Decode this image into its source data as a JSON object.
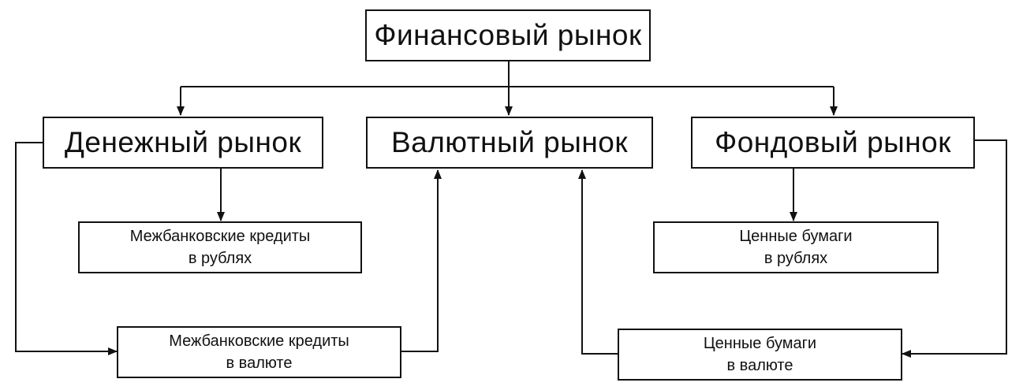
{
  "diagram": {
    "root": "Финансовый рынок",
    "markets": {
      "money": "Денежный рынок",
      "currency": "Валютный рынок",
      "stock": "Фондовый рынок"
    },
    "items": {
      "interbank_rub": [
        "Межбанковские кредиты",
        "в рублях"
      ],
      "interbank_fx": [
        "Межбанковские кредиты",
        "в валюте"
      ],
      "securities_rub": [
        "Ценные бумаги",
        "в рублях"
      ],
      "securities_fx": [
        "Ценные бумаги",
        "в валюте"
      ]
    }
  }
}
